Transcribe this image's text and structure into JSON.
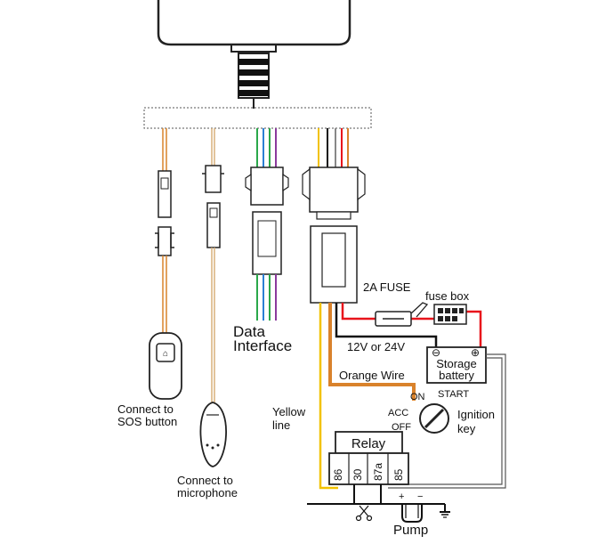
{
  "labels": {
    "sos_line1": "Connect to",
    "sos_line2": "SOS button",
    "mic_line1": "Connect to",
    "mic_line2": "microphone",
    "data_line1": "Data",
    "data_line2": "Interface",
    "yellow_line1": "Yellow",
    "yellow_line2": "line",
    "fuse": "2A FUSE",
    "fuse_box": "fuse box",
    "voltage": "12V or 24V",
    "battery_line1": "Storage",
    "battery_line2": "battery",
    "battery_minus": "⊖",
    "battery_plus": "⊕",
    "orange_wire": "Orange Wire",
    "on": "ON",
    "start": "START",
    "acc": "ACC",
    "off": "OFF",
    "ignition_line1": "Ignition",
    "ignition_line2": "key",
    "relay": "Relay",
    "pin_86": "86",
    "pin_30": "30",
    "pin_87a": "87a",
    "pin_85": "85",
    "pump": "Pump",
    "pump_plus": "+",
    "pump_minus": "−"
  },
  "colors": {
    "outline": "#222222",
    "orange": "#d9822b",
    "yellow": "#f2c200",
    "red": "#e8141b",
    "green": "#2aa84a",
    "blue": "#2b7fd4",
    "purple": "#8b3a9c",
    "black": "#111111"
  },
  "icons": [
    "scissors-icon",
    "ground-icon"
  ]
}
